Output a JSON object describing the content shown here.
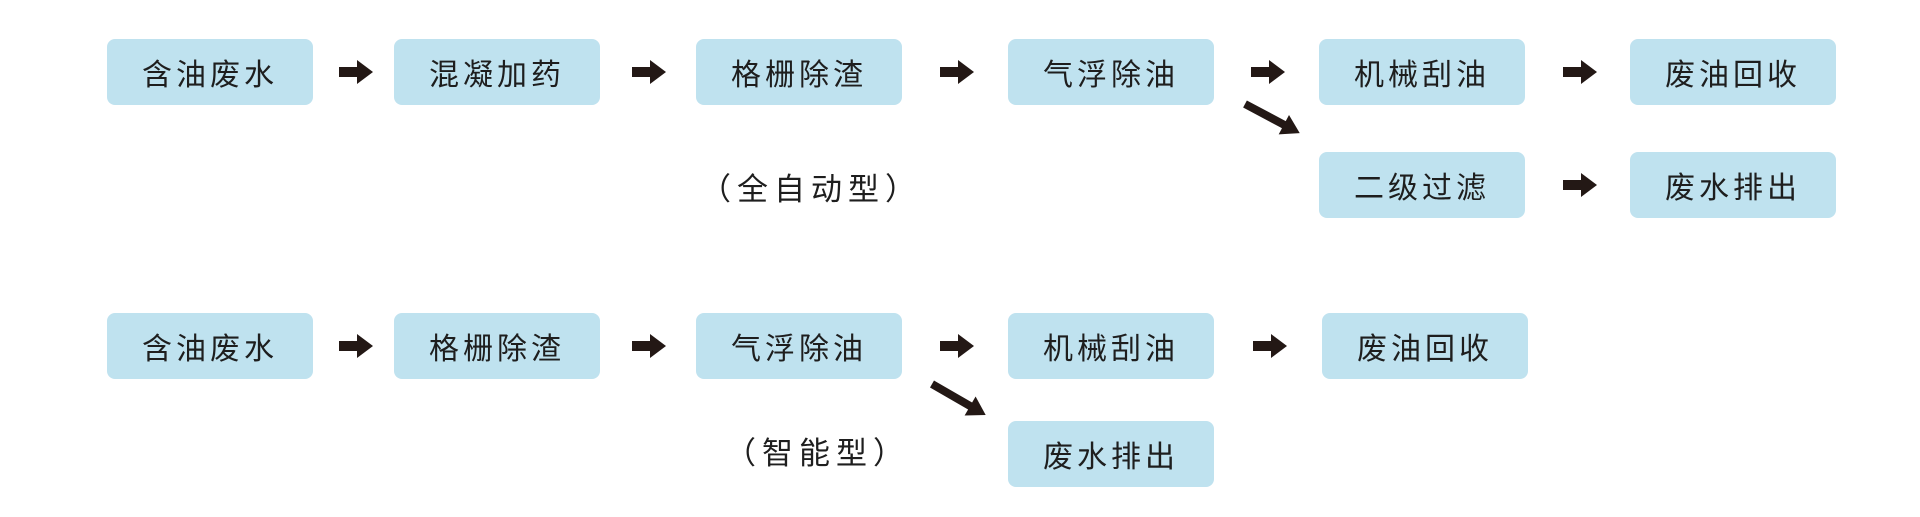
{
  "flow_full_auto": {
    "steps": [
      "含油废水",
      "混凝加药",
      "格栅除渣",
      "气浮除油",
      "机械刮油",
      "废油回收"
    ],
    "branch_steps": [
      "二级过滤",
      "废水排出"
    ],
    "caption": "（全自动型）"
  },
  "flow_smart": {
    "steps": [
      "含油废水",
      "格栅除渣",
      "气浮除油",
      "机械刮油",
      "废油回收"
    ],
    "branch_steps": [
      "废水排出"
    ],
    "caption": "（智能型）"
  },
  "colors": {
    "box_fill": "#bfe2ef",
    "arrow": "#231815",
    "text": "#1e1e1e"
  }
}
